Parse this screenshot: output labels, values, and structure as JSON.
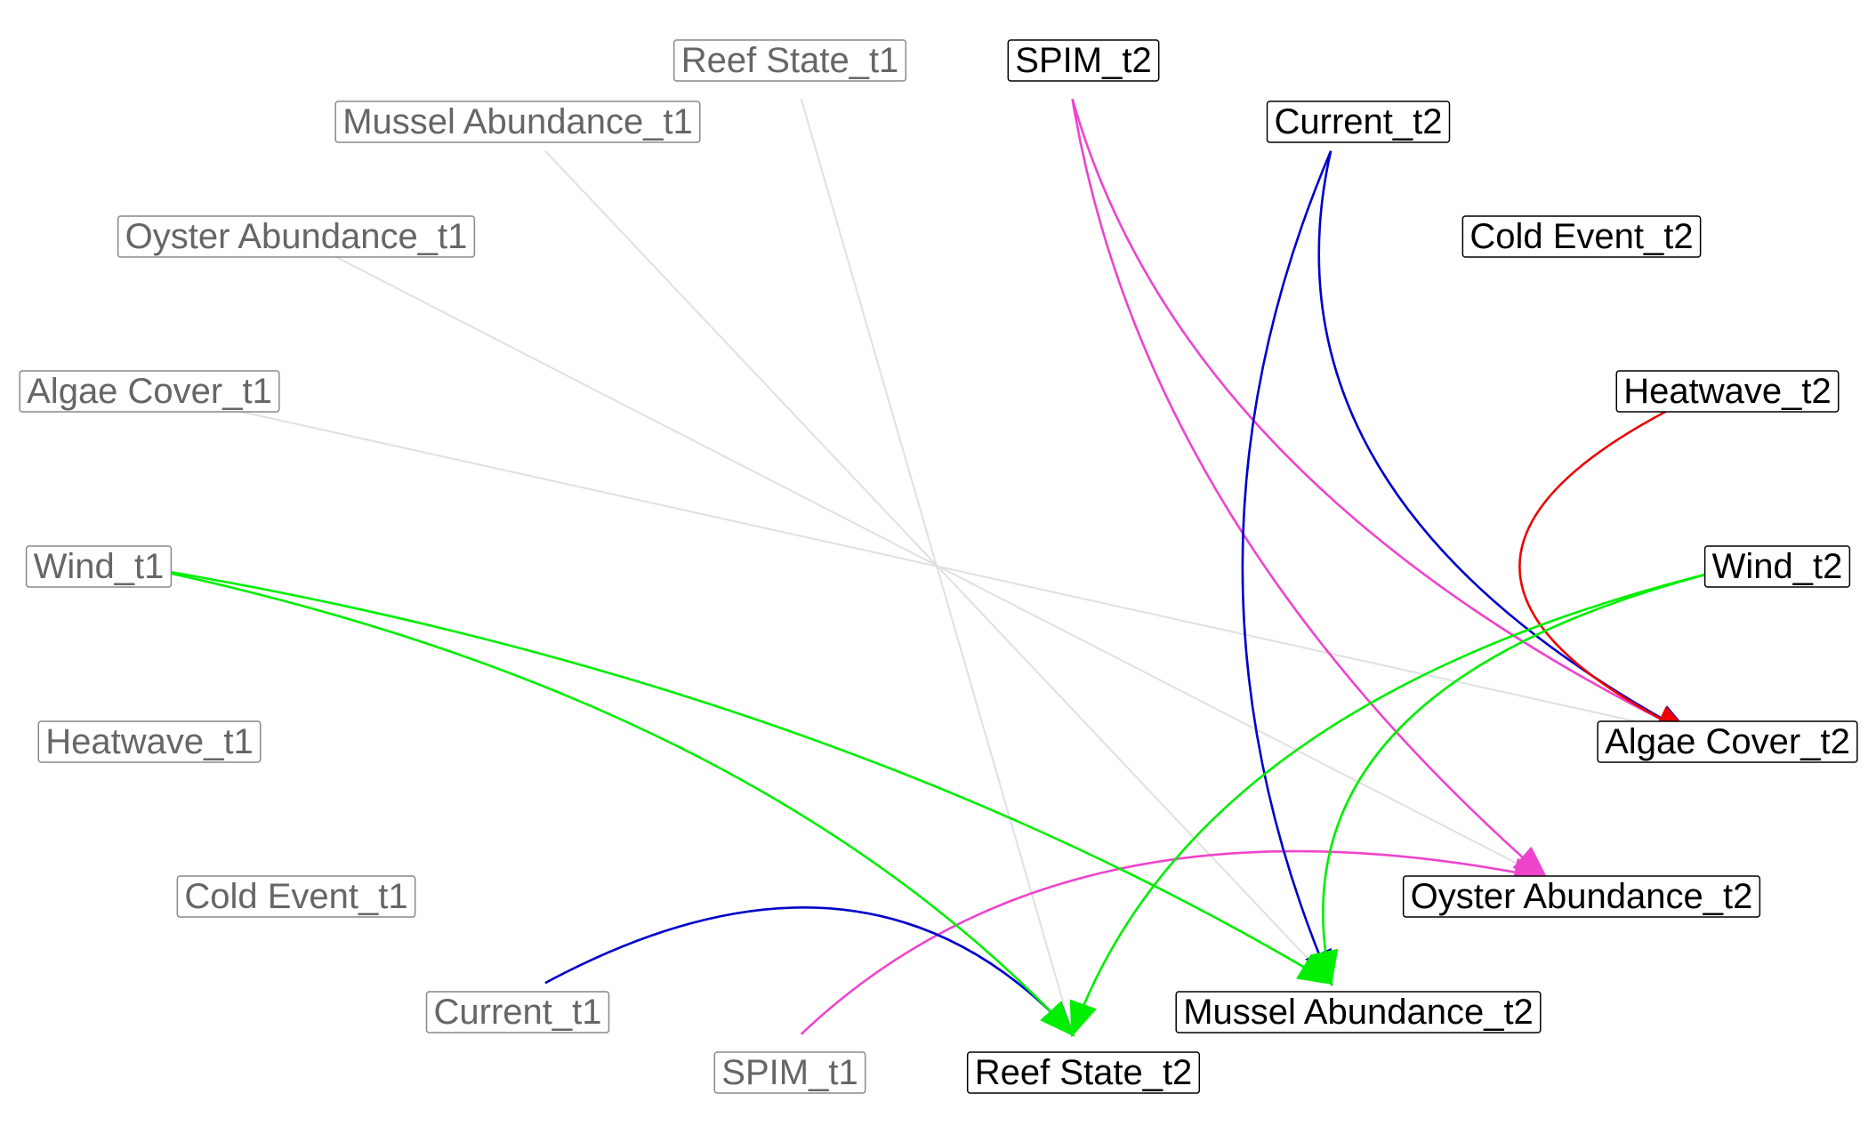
{
  "nodes": {
    "reef_state_t1": {
      "label": "Reef State_t1",
      "group": "t1"
    },
    "mussel_abundance_t1": {
      "label": "Mussel Abundance_t1",
      "group": "t1"
    },
    "oyster_abundance_t1": {
      "label": "Oyster Abundance_t1",
      "group": "t1"
    },
    "algae_cover_t1": {
      "label": "Algae Cover_t1",
      "group": "t1"
    },
    "wind_t1": {
      "label": "Wind_t1",
      "group": "t1"
    },
    "heatwave_t1": {
      "label": "Heatwave_t1",
      "group": "t1"
    },
    "cold_event_t1": {
      "label": "Cold Event_t1",
      "group": "t1"
    },
    "current_t1": {
      "label": "Current_t1",
      "group": "t1"
    },
    "spim_t1": {
      "label": "SPIM_t1",
      "group": "t1"
    },
    "spim_t2": {
      "label": "SPIM_t2",
      "group": "t2"
    },
    "current_t2": {
      "label": "Current_t2",
      "group": "t2"
    },
    "cold_event_t2": {
      "label": "Cold Event_t2",
      "group": "t2"
    },
    "heatwave_t2": {
      "label": "Heatwave_t2",
      "group": "t2"
    },
    "wind_t2": {
      "label": "Wind_t2",
      "group": "t2"
    },
    "algae_cover_t2": {
      "label": "Algae Cover_t2",
      "group": "t2"
    },
    "oyster_abundance_t2": {
      "label": "Oyster Abundance_t2",
      "group": "t2"
    },
    "mussel_abundance_t2": {
      "label": "Mussel Abundance_t2",
      "group": "t2"
    },
    "reef_state_t2": {
      "label": "Reef State_t2",
      "group": "t2"
    }
  },
  "edges": [
    {
      "from": "reef_state_t1",
      "to": "reef_state_t2",
      "color": "#e0e0e0",
      "arrow": false
    },
    {
      "from": "mussel_abundance_t1",
      "to": "mussel_abundance_t2",
      "color": "#e0e0e0",
      "arrow": false
    },
    {
      "from": "oyster_abundance_t1",
      "to": "oyster_abundance_t2",
      "color": "#e0e0e0",
      "arrow": false
    },
    {
      "from": "algae_cover_t1",
      "to": "algae_cover_t2",
      "color": "#e0e0e0",
      "arrow": false
    },
    {
      "from": "spim_t2",
      "to": "algae_cover_t2",
      "color": "#ee44cc",
      "arrow": true
    },
    {
      "from": "spim_t2",
      "to": "oyster_abundance_t2",
      "color": "#ee44cc",
      "arrow": true
    },
    {
      "from": "spim_t1",
      "to": "oyster_abundance_t2",
      "color": "#ee44cc",
      "arrow": true
    },
    {
      "from": "current_t2",
      "to": "algae_cover_t2",
      "color": "#0000cc",
      "arrow": true
    },
    {
      "from": "current_t2",
      "to": "mussel_abundance_t2",
      "color": "#0000cc",
      "arrow": true
    },
    {
      "from": "current_t1",
      "to": "reef_state_t2",
      "color": "#0000cc",
      "arrow": true
    },
    {
      "from": "heatwave_t2",
      "to": "algae_cover_t2",
      "color": "#ee0000",
      "arrow": true
    },
    {
      "from": "wind_t1",
      "to": "reef_state_t2",
      "color": "#00ee00",
      "arrow": true
    },
    {
      "from": "wind_t1",
      "to": "mussel_abundance_t2",
      "color": "#00ee00",
      "arrow": true
    },
    {
      "from": "wind_t2",
      "to": "reef_state_t2",
      "color": "#00ee00",
      "arrow": true
    },
    {
      "from": "wind_t2",
      "to": "mussel_abundance_t2",
      "color": "#00ee00",
      "arrow": true
    }
  ],
  "colors": {
    "t1_text": "#666666",
    "t1_border": "#888888",
    "t2_text": "#000000",
    "t2_border": "#000000"
  }
}
